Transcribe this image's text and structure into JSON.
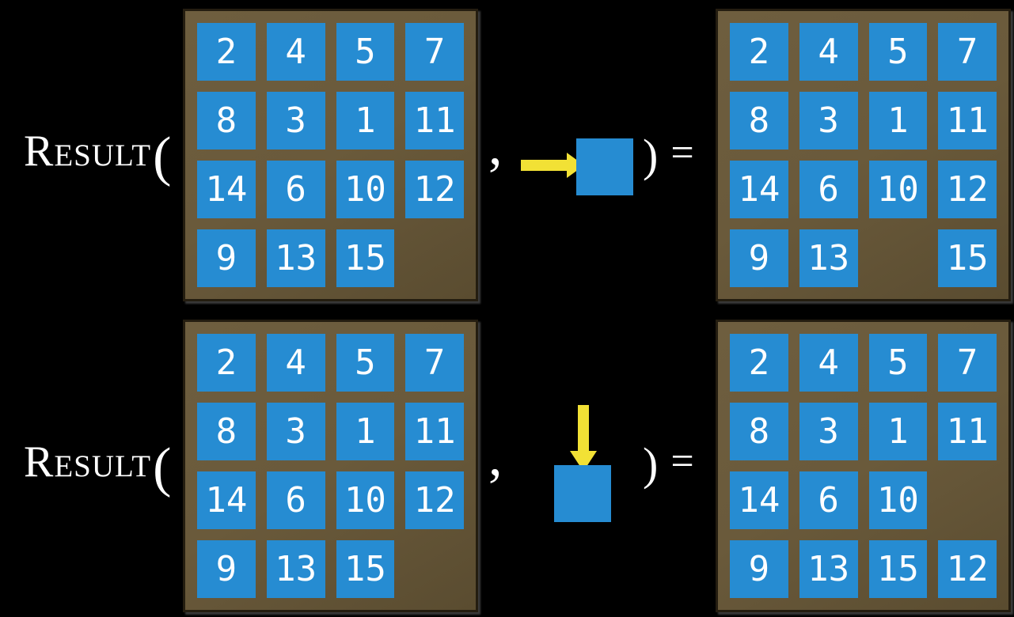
{
  "figure": {
    "function_name": "Result",
    "open_paren": "(",
    "comma": ",",
    "close_paren": ")",
    "equals_sign": "="
  },
  "colors": {
    "background": "#000000",
    "board_frame": "#6a5a3b",
    "board_border": "#241d10",
    "tile": "#268cd2",
    "tile_text": "#ffffff",
    "arrow": "#f2e135",
    "label_text": "#ffffff"
  },
  "equations": [
    {
      "name": "move-right-example",
      "move_arrow": "right-arrow",
      "input_board": [
        [
          "2",
          "4",
          "5",
          "7"
        ],
        [
          "8",
          "3",
          "1",
          "11"
        ],
        [
          "14",
          "6",
          "10",
          "12"
        ],
        [
          "9",
          "13",
          "15",
          ""
        ]
      ],
      "output_board": [
        [
          "2",
          "4",
          "5",
          "7"
        ],
        [
          "8",
          "3",
          "1",
          "11"
        ],
        [
          "14",
          "6",
          "10",
          "12"
        ],
        [
          "9",
          "13",
          "",
          "15"
        ]
      ]
    },
    {
      "name": "move-down-example",
      "move_arrow": "down-arrow",
      "input_board": [
        [
          "2",
          "4",
          "5",
          "7"
        ],
        [
          "8",
          "3",
          "1",
          "11"
        ],
        [
          "14",
          "6",
          "10",
          "12"
        ],
        [
          "9",
          "13",
          "15",
          ""
        ]
      ],
      "output_board": [
        [
          "2",
          "4",
          "5",
          "7"
        ],
        [
          "8",
          "3",
          "1",
          "11"
        ],
        [
          "14",
          "6",
          "10",
          ""
        ],
        [
          "9",
          "13",
          "15",
          "12"
        ]
      ]
    }
  ]
}
